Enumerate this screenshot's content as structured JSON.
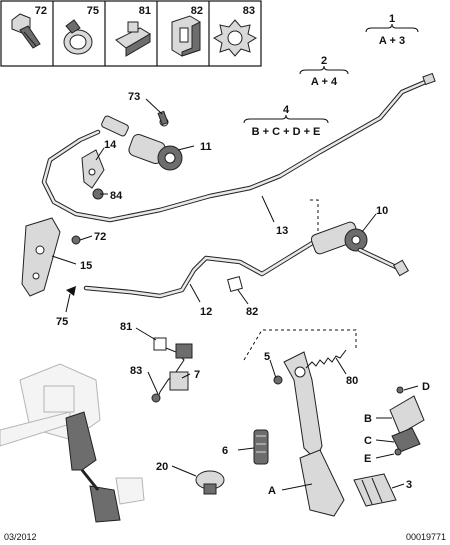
{
  "header": {
    "cells": [
      {
        "label": "72",
        "icon": "bolt-icon"
      },
      {
        "label": "75",
        "icon": "clamp-icon"
      },
      {
        "label": "81",
        "icon": "clip-icon"
      },
      {
        "label": "82",
        "icon": "bracket-icon"
      },
      {
        "label": "83",
        "icon": "star-washer-icon"
      }
    ]
  },
  "groups": {
    "g1": {
      "number": "1",
      "formula": "A + 3"
    },
    "g2": {
      "number": "2",
      "formula": "A + 4"
    },
    "g4": {
      "number": "4",
      "formula": "B + C + D + E"
    }
  },
  "callouts": {
    "c73": "73",
    "c14": "14",
    "c11": "11",
    "c84": "84",
    "c13": "13",
    "c72": "72",
    "c15": "15",
    "c75": "75",
    "c10": "10",
    "c82": "82",
    "c12": "12",
    "c81": "81",
    "c7": "7",
    "c83": "83",
    "c5": "5",
    "c80": "80",
    "c6": "6",
    "c20": "20",
    "cA": "A",
    "c3": "3",
    "cB": "B",
    "cC": "C",
    "cD": "D",
    "cE": "E"
  },
  "footer": {
    "date": "03/2012",
    "reference": "00019771"
  },
  "colors": {
    "line": "#222222",
    "part_fill": "#d9d9d9",
    "part_dark": "#6d6d6d",
    "ghost": "#b5b5b5"
  }
}
